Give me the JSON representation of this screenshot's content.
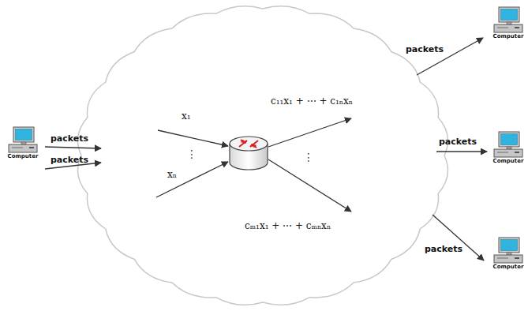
{
  "diagram": {
    "nodes": [
      {
        "text": [
          "Computer"
        ]
      },
      {
        "text": [
          "Computer"
        ]
      },
      {
        "text": [
          "Computer"
        ]
      },
      {
        "text": [
          "Computer"
        ]
      }
    ],
    "labels": [
      "packets",
      "packets",
      "x₁",
      "⋮",
      "xₙ",
      "c₁₁x₁ + ⋯ + c₁ₙxₙ",
      "⋮",
      "cₘ₁x₁ + ⋯ + cₘₙxₙ",
      "packets",
      "packets",
      "packets"
    ]
  }
}
